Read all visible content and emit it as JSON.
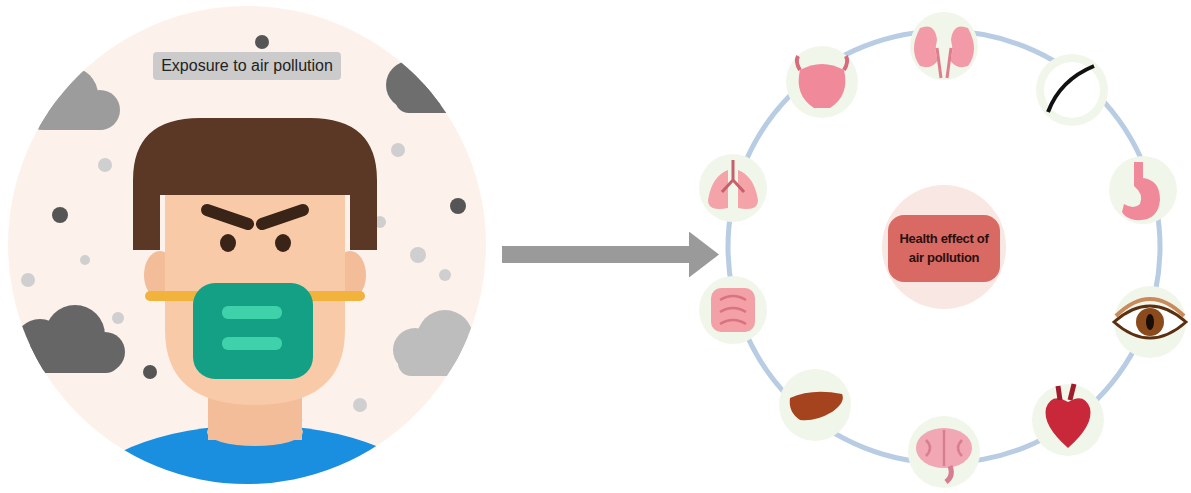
{
  "diagram": {
    "nodes": [
      {
        "text": [
          "Exposure to air pollution"
        ]
      },
      {
        "text": [
          "Health effect of air pollution"
        ]
      }
    ],
    "edges": [
      {
        "from": 0,
        "to": 1,
        "arrow": "to"
      }
    ]
  }
}
